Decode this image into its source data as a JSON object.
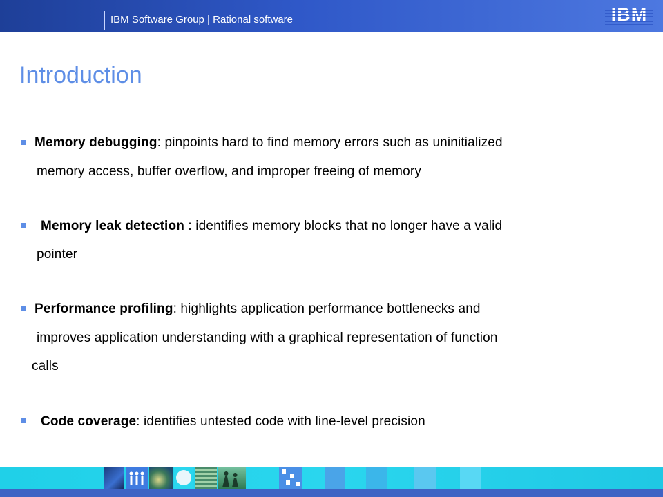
{
  "header": {
    "title": "IBM Software Group | Rational software",
    "logo_text": "IBM",
    "colors": {
      "band": "#2f58c8",
      "text": "#ffffff"
    }
  },
  "slide": {
    "title": "Introduction",
    "title_color": "#5e8ee6",
    "bullet_color": "#5e8ee6",
    "items": [
      {
        "term": "Memory debugging",
        "line1_rest": ": pinpoints hard to find memory errors such as uninitialized",
        "line2": "memory access, buffer overflow, and improper freeing of memory"
      },
      {
        "term": "Memory leak detection",
        "line1_rest": " : identifies memory blocks that no longer have a valid",
        "line2": "pointer"
      },
      {
        "term": "Performance profiling",
        "line1_rest": ": highlights application performance bottlenecks and",
        "line2": "improves application understanding with a graphical representation of function",
        "line3": "calls"
      },
      {
        "term": "Code coverage",
        "line1_rest": ": identifies untested code with line-level precision"
      }
    ]
  },
  "footer": {
    "decoration": "collage-of-thumbnail-images",
    "colors": {
      "band": "#2ad6ee",
      "strip": "#3e63c4"
    }
  }
}
